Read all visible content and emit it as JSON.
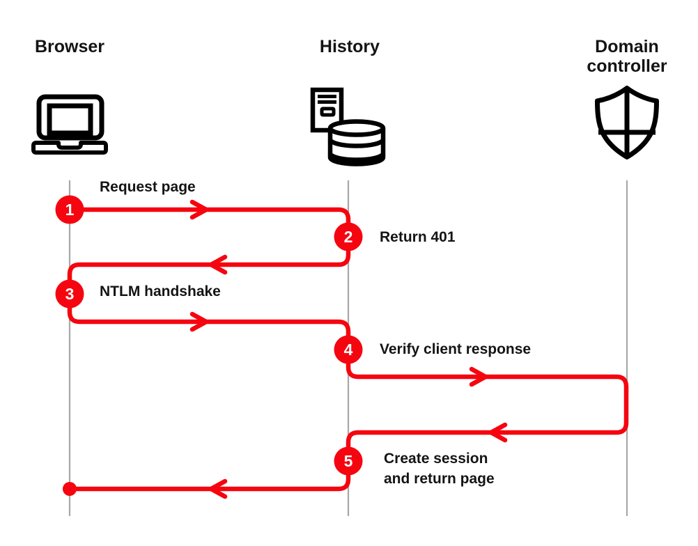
{
  "diagram_type": "sequence-flow",
  "actors": [
    {
      "id": "browser",
      "label_lines": [
        "Browser"
      ],
      "icon": "laptop-icon"
    },
    {
      "id": "history",
      "label_lines": [
        "History"
      ],
      "icon": "document-database-icon"
    },
    {
      "id": "domain-controller",
      "label_lines": [
        "Domain",
        "controller"
      ],
      "icon": "shield-icon"
    }
  ],
  "steps": [
    {
      "number": "1",
      "label": "Request page",
      "from": "Browser",
      "to": "History"
    },
    {
      "number": "2",
      "label": "Return 401",
      "from": "History",
      "to": "Browser"
    },
    {
      "number": "3",
      "label": "NTLM handshake",
      "from": "Browser",
      "to": "History"
    },
    {
      "number": "4",
      "label": "Verify client response",
      "from": "History",
      "to": "Domain controller"
    },
    {
      "number": "5",
      "label": "Create session and return page",
      "label_lines": [
        "Create session",
        "and return page"
      ],
      "from": "History",
      "to": "Browser"
    }
  ],
  "colors": {
    "flow_red": "#f5050f",
    "lifeline_gray": "#a7a7a7",
    "icon_black": "#000000",
    "text_black": "#141414",
    "background": "#ffffff"
  }
}
